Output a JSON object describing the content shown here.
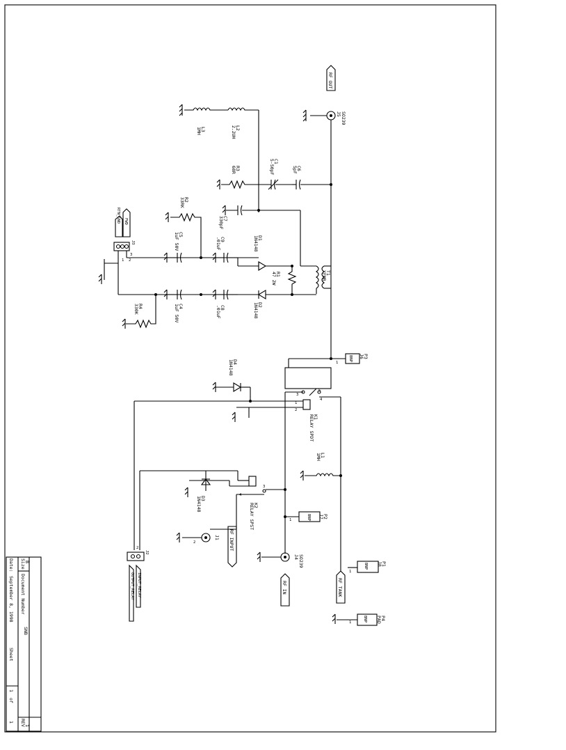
{
  "title_block": {
    "size_label": "Size",
    "size_value": "B",
    "doc_label": "Document Number",
    "doc_value": "SNB",
    "rev_label": "REV",
    "rev_value": "1",
    "date_label": "Date:",
    "date_value": "September 8, 1998",
    "sheet_label": "Sheet",
    "sheet_value": "1",
    "of_label": "of",
    "of_value": "1"
  },
  "ports": {
    "rf_out": "RF OUT",
    "rf_in": "RF IN",
    "rf_tank": "RF TANK",
    "rf_input": "RF INPUT",
    "input_relay": "INPUT_RELAY",
    "output_relay": "OUTPUT_RELAY",
    "fwd": "FWD",
    "rtn_gnd": "RTN_GND"
  },
  "components": {
    "j5": {
      "ref": "J5",
      "value": "SO239"
    },
    "j4": {
      "ref": "J4",
      "value": "SO239"
    },
    "j1": {
      "ref": "J1"
    },
    "j2": {
      "ref": "J2"
    },
    "j3": {
      "ref": "J3"
    },
    "l3": {
      "ref": "L3",
      "value": "1MH"
    },
    "l2": {
      "ref": "L2",
      "value": "2.2UH"
    },
    "l1": {
      "ref": "L1",
      "value": "1MH"
    },
    "r3": {
      "ref": "R3",
      "value": "68R"
    },
    "r2": {
      "ref": "R2",
      "value": "33RK"
    },
    "r4": {
      "ref": "R4",
      "value": "330K"
    },
    "r1": {
      "ref": "R1",
      "value": "47 2W"
    },
    "c1": {
      "ref": "C1",
      "value": "5-50pF"
    },
    "c6": {
      "ref": "C6",
      "value": "5pF"
    },
    "c7": {
      "ref": "C7",
      "value": "330pF"
    },
    "c5": {
      "ref": "C5",
      "value": "1uF 50V"
    },
    "c9": {
      "ref": "C9",
      "value": ".01uF"
    },
    "c4": {
      "ref": "C4",
      "value": "1uF 50V"
    },
    "c8": {
      "ref": "C8",
      "value": ".01uF"
    },
    "d1": {
      "ref": "D1",
      "value": "1N4148"
    },
    "d2": {
      "ref": "D2",
      "value": "1N4148"
    },
    "d3": {
      "ref": "D3",
      "value": "1N4148"
    },
    "d4": {
      "ref": "D4",
      "value": "1N4148"
    },
    "t1": {
      "ref": "T1",
      "value": "XFMR"
    },
    "k1": {
      "ref": "K1",
      "value": "RELAY SPDT"
    },
    "k2": {
      "ref": "K2",
      "value": "RELAY SPST"
    },
    "p1": {
      "ref": "P1",
      "value": "J8",
      "text": "BNP"
    },
    "p2": {
      "ref": "P2",
      "value": "J7",
      "text": "BNP"
    },
    "p3": {
      "ref": "P3",
      "value": "J6",
      "text": "BNP"
    },
    "p4": {
      "ref": "P4",
      "value": "PAD",
      "text": "BNP"
    }
  },
  "pins": {
    "one": "1",
    "two": "2",
    "three": "3",
    "four": "4",
    "five": "5"
  }
}
